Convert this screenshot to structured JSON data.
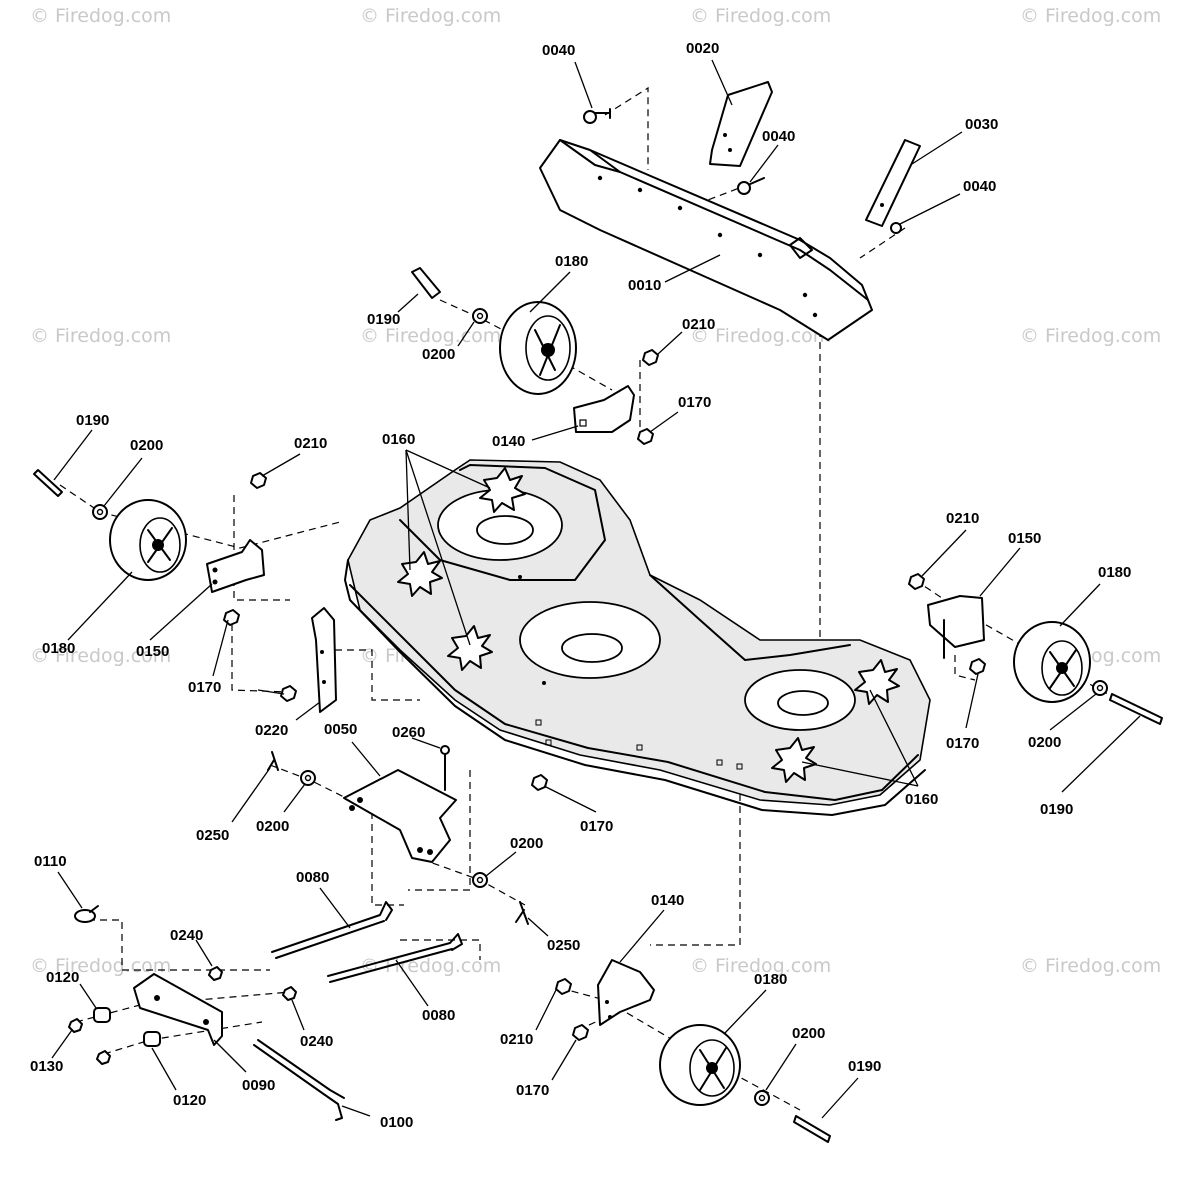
{
  "watermark": "© Firedog.com",
  "labels": {
    "l0040a": "0040",
    "l0020": "0020",
    "l0040b": "0040",
    "l0030": "0030",
    "l0040c": "0040",
    "l0010": "0010",
    "l0180a": "0180",
    "l0190a": "0190",
    "l0200a": "0200",
    "l0210a": "0210",
    "l0170a": "0170",
    "l0140a": "0140",
    "l0160a": "0160",
    "l0190b": "0190",
    "l0200b": "0200",
    "l0210b": "0210",
    "l0180b": "0180",
    "l0150a": "0150",
    "l0170b": "0170",
    "l0220": "0220",
    "l0050": "0050",
    "l0260": "0260",
    "l0250a": "0250",
    "l0200c": "0200",
    "l0210c": "0210",
    "l0150b": "0150",
    "l0180c": "0180",
    "l0170c": "0170",
    "l0200d": "0200",
    "l0190c": "0190",
    "l0160b": "0160",
    "l0170d": "0170",
    "l0200e": "0200",
    "l0250b": "0250",
    "l0110": "0110",
    "l0080a": "0080",
    "l0240a": "0240",
    "l0120a": "0120",
    "l0130": "0130",
    "l0120b": "0120",
    "l0090": "0090",
    "l0240b": "0240",
    "l0080b": "0080",
    "l0100": "0100",
    "l0140b": "0140",
    "l0180d": "0180",
    "l0200f": "0200",
    "l0190d": "0190",
    "l0210d": "0210",
    "l0170e": "0170"
  }
}
